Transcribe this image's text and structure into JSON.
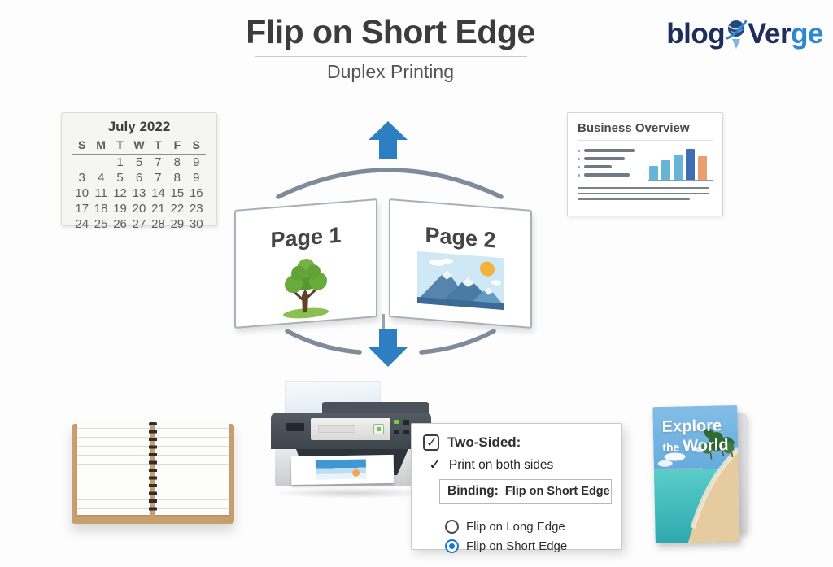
{
  "header": {
    "title": "Flip on Short Edge",
    "subtitle": "Duplex Printing"
  },
  "logo": {
    "part1": "blog",
    "part2": "Ver",
    "part3": "ge"
  },
  "calendar": {
    "title": "July 2022",
    "day_headers": [
      "S",
      "M",
      "T",
      "W",
      "T",
      "F",
      "S"
    ],
    "rows": [
      [
        "",
        "",
        "1",
        "5",
        "7",
        "8",
        "9"
      ],
      [
        "3",
        "4",
        "5",
        "6",
        "7",
        "8",
        "9"
      ],
      [
        "10",
        "11",
        "12",
        "13",
        "14",
        "15",
        "16"
      ],
      [
        "17",
        "18",
        "19",
        "20",
        "21",
        "22",
        "23"
      ],
      [
        "24",
        "25",
        "26",
        "27",
        "28",
        "29",
        "30"
      ]
    ]
  },
  "business_card": {
    "title": "Business Overview",
    "bullet_line_widths": [
      62,
      50,
      34,
      56
    ],
    "footer_line_widths": [
      162,
      162,
      138
    ],
    "chart": {
      "type": "bar",
      "values": [
        17,
        24,
        31,
        38,
        29
      ],
      "colors": [
        "#66b5d8",
        "#66b5d8",
        "#66b5d8",
        "#3e6db3",
        "#eb9f6e"
      ]
    }
  },
  "book": {
    "left_label": "Page 1",
    "right_label": "Page 2"
  },
  "dialog": {
    "two_sided_label": "Two-Sided:",
    "print_label": "Print on both sides",
    "binding_label": "Binding:",
    "binding_value": "Flip on Short Edge",
    "options": [
      {
        "label": "Flip on Long Edge",
        "selected": false
      },
      {
        "label": "Flip on Short Edge",
        "selected": true
      }
    ]
  },
  "brochure": {
    "title_line1": "Explore",
    "title_line2_small": "the",
    "title_line2_big": "World"
  },
  "colors": {
    "arrow_blue": "#2e7fc2",
    "arc_gray": "#7d8b9a",
    "radio_selected": "#1878cf",
    "logo_dark": "#1c2d5e",
    "logo_light": "#2d87d3"
  }
}
